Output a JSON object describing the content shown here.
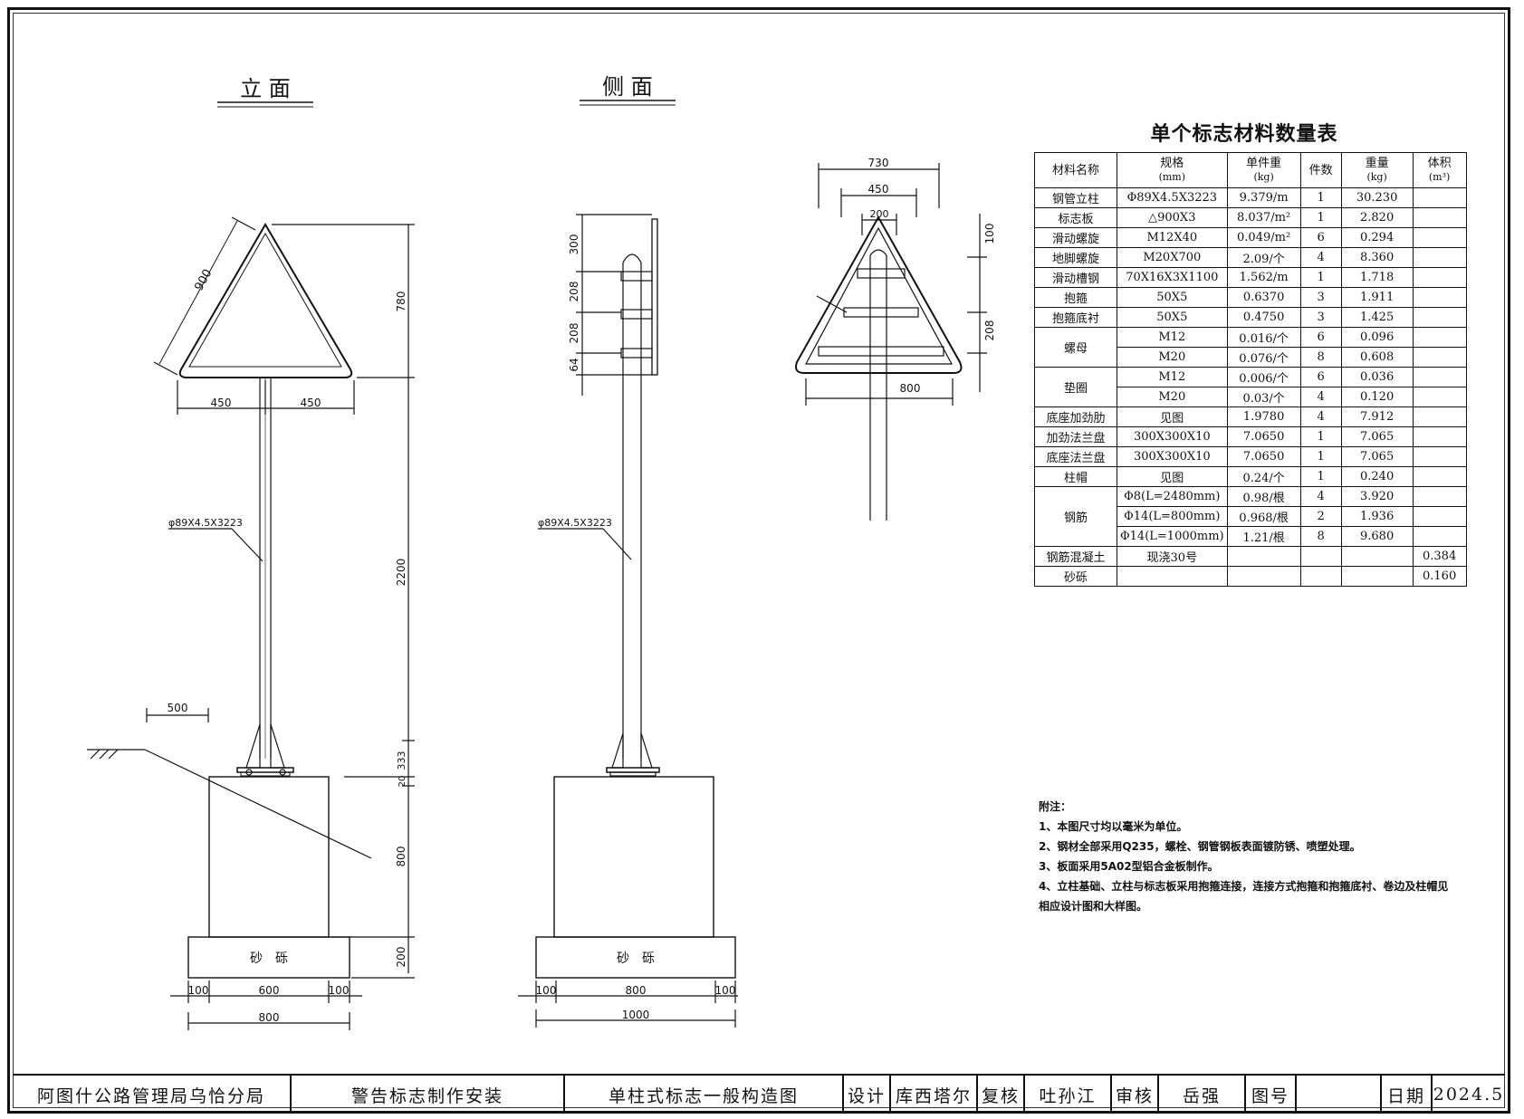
{
  "views": {
    "front_title": "立 面",
    "side_title": "侧 面"
  },
  "dimensions": {
    "front_side_900": "900",
    "front_half_left": "450",
    "front_half_right": "450",
    "front_height_780": "780",
    "front_height_2200": "2200",
    "front_height_333": "333",
    "front_height_20": "20",
    "front_height_800": "800",
    "front_height_200": "200",
    "front_offset_500": "500",
    "front_base_left": "100",
    "front_base_mid": "600",
    "front_base_right": "100",
    "front_base_total": "800",
    "pole_spec_front": "φ89X4.5X3223",
    "pole_spec_side": "φ89X4.5X3223",
    "side_300": "300",
    "side_208_a": "208",
    "side_208_b": "208",
    "side_64": "64",
    "side_base_left": "100",
    "side_base_mid": "800",
    "side_base_right": "100",
    "side_base_total": "1000",
    "back_730": "730",
    "back_450": "450",
    "back_200": "200",
    "back_100": "100",
    "back_208": "208",
    "back_800": "800",
    "gravel_front": "砂　砾",
    "gravel_side": "砂　砾"
  },
  "material_table": {
    "title": "单个标志材料数量表",
    "headers": {
      "name": "材料名称",
      "spec": "规格",
      "spec_unit": "(mm)",
      "unit_weight": "单件重",
      "unit_weight_unit": "(kg)",
      "count": "件数",
      "weight": "重量",
      "weight_unit": "(kg)",
      "volume": "体积",
      "volume_unit": "(m³)"
    },
    "rows": {
      "r1": {
        "name": "钢管立柱",
        "spec": "Φ89X4.5X3223",
        "unit_weight": "9.379/m",
        "count": "1",
        "weight": "30.230",
        "volume": ""
      },
      "r2": {
        "name": "标志板",
        "spec": "△900X3",
        "unit_weight": "8.037/m²",
        "count": "1",
        "weight": "2.820",
        "volume": ""
      },
      "r3": {
        "name": "滑动螺旋",
        "spec": "M12X40",
        "unit_weight": "0.049/m²",
        "count": "6",
        "weight": "0.294",
        "volume": ""
      },
      "r4": {
        "name": "地脚螺旋",
        "spec": "M20X700",
        "unit_weight": "2.09/个",
        "count": "4",
        "weight": "8.360",
        "volume": ""
      },
      "r5": {
        "name": "滑动槽钢",
        "spec": "70X16X3X1100",
        "unit_weight": "1.562/m",
        "count": "1",
        "weight": "1.718",
        "volume": ""
      },
      "r6": {
        "name": "抱箍",
        "spec": "50X5",
        "unit_weight": "0.6370",
        "count": "3",
        "weight": "1.911",
        "volume": ""
      },
      "r7": {
        "name": "抱箍底衬",
        "spec": "50X5",
        "unit_weight": "0.4750",
        "count": "3",
        "weight": "1.425",
        "volume": ""
      },
      "r8": {
        "name": "螺母",
        "spec": "M12",
        "unit_weight": "0.016/个",
        "count": "6",
        "weight": "0.096",
        "volume": ""
      },
      "r9": {
        "spec": "M20",
        "unit_weight": "0.076/个",
        "count": "8",
        "weight": "0.608",
        "volume": ""
      },
      "r10": {
        "name": "垫圈",
        "spec": "M12",
        "unit_weight": "0.006/个",
        "count": "6",
        "weight": "0.036",
        "volume": ""
      },
      "r11": {
        "spec": "M20",
        "unit_weight": "0.03/个",
        "count": "4",
        "weight": "0.120",
        "volume": ""
      },
      "r12": {
        "name": "底座加劲肋",
        "spec": "见图",
        "unit_weight": "1.9780",
        "count": "4",
        "weight": "7.912",
        "volume": ""
      },
      "r13": {
        "name": "加劲法兰盘",
        "spec": "300X300X10",
        "unit_weight": "7.0650",
        "count": "1",
        "weight": "7.065",
        "volume": ""
      },
      "r14": {
        "name": "底座法兰盘",
        "spec": "300X300X10",
        "unit_weight": "7.0650",
        "count": "1",
        "weight": "7.065",
        "volume": ""
      },
      "r15": {
        "name": "柱帽",
        "spec": "见图",
        "unit_weight": "0.24/个",
        "count": "1",
        "weight": "0.240",
        "volume": ""
      },
      "r16": {
        "name": "钢筋",
        "spec": "Φ8(L=2480mm)",
        "unit_weight": "0.98/根",
        "count": "4",
        "weight": "3.920",
        "volume": ""
      },
      "r17": {
        "spec": "Φ14(L=800mm)",
        "unit_weight": "0.968/根",
        "count": "2",
        "weight": "1.936",
        "volume": ""
      },
      "r18": {
        "spec": "Φ14(L=1000mm)",
        "unit_weight": "1.21/根",
        "count": "8",
        "weight": "9.680",
        "volume": ""
      },
      "r19": {
        "name": "钢筋混凝土",
        "spec": "现浇30号",
        "unit_weight": "",
        "count": "",
        "weight": "",
        "volume": "0.384"
      },
      "r20": {
        "name": "砂砾",
        "spec": "",
        "unit_weight": "",
        "count": "",
        "weight": "",
        "volume": "0.160"
      }
    }
  },
  "notes": {
    "heading": "附注：",
    "n1": "1、本图尺寸均以毫米为单位。",
    "n2": "2、钢材全部采用Q235，螺栓、钢管钢板表面镀防锈、喷塑处理。",
    "n3": "3、板面采用5A02型铝合金板制作。",
    "n4a": "4、立柱基础、立柱与标志板采用抱箍连接，连接方式抱箍和抱箍底衬、卷边及柱帽见",
    "n4b": "相应设计图和大样图。"
  },
  "title_block": {
    "org": "阿图什公路管理局乌恰分局",
    "project": "警告标志制作安装",
    "drawing": "单柱式标志一般构造图",
    "design_label": "设计",
    "designer": "库西塔尔",
    "review_label": "复核",
    "reviewer": "吐孙江",
    "approve_label": "审核",
    "approver": "岳强",
    "drawing_no_label": "图号",
    "drawing_no": "",
    "date_label": "日期",
    "date": "2024.5"
  }
}
